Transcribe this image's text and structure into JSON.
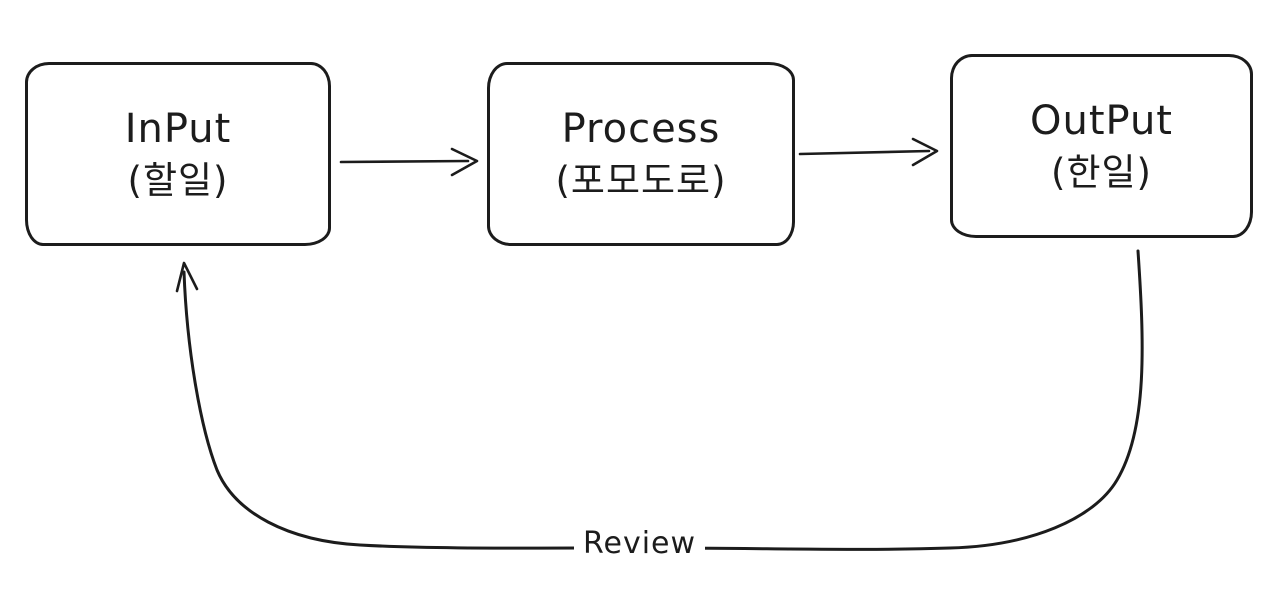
{
  "colors": {
    "background": "#ffffff",
    "stroke": "#1c1c1c",
    "text": "#1c1c1c"
  },
  "diagram_type": "flowchart",
  "nodes": [
    {
      "id": "input",
      "title": "InPut",
      "subtitle": "(할일)"
    },
    {
      "id": "process",
      "title": "Process",
      "subtitle": "(포모도로)"
    },
    {
      "id": "output",
      "title": "OutPut",
      "subtitle": "(한일)"
    }
  ],
  "edges": [
    {
      "id": "input-to-process",
      "from": "input",
      "to": "process",
      "type": "arrow",
      "label": ""
    },
    {
      "id": "process-to-output",
      "from": "process",
      "to": "output",
      "type": "arrow",
      "label": ""
    },
    {
      "id": "output-to-input",
      "from": "output",
      "to": "input",
      "type": "feedback-loop",
      "label": "Review"
    }
  ]
}
